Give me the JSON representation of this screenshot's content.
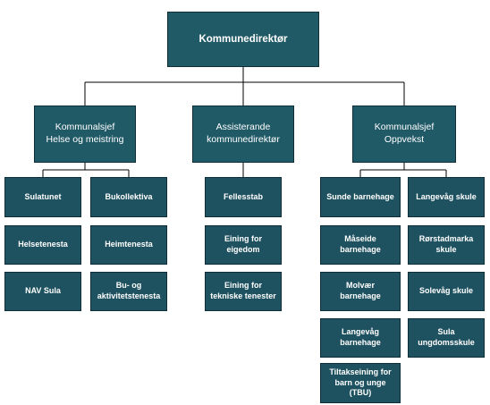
{
  "colors": {
    "box_fill": "#215a67",
    "box_fill_leaf": "#1f5260",
    "box_border": "#0f2e36",
    "connector": "#000000",
    "text": "#ffffff"
  },
  "org": {
    "root": "Kommunedirektør",
    "helse": {
      "title": "Kommunalsjef\nHelse og meistring",
      "col1": [
        "Sulatunet",
        "Helsetenesta",
        "NAV Sula"
      ],
      "col2": [
        "Bukollektiva",
        "Heimtenesta",
        "Bu- og\naktivitetstenesta"
      ]
    },
    "assisterande": {
      "title": "Assisterande\nkommunedirektør",
      "col1": [
        "Fellesstab",
        "Eining for\neigedom",
        "Eining for\ntekniske tenester"
      ]
    },
    "oppvekst": {
      "title": "Kommunalsjef\nOppvekst",
      "col1": [
        "Sunde barnehage",
        "Måseide\nbarnehage",
        "Molvær\nbarnehage",
        "Langevåg\nbarnehage",
        "Tiltakseining for\nbarn og unge\n(TBU)"
      ],
      "col2": [
        "Langevåg skule",
        "Rørstadmarka\nskule",
        "Solevåg skule",
        "Sula\nungdomsskule"
      ]
    }
  }
}
